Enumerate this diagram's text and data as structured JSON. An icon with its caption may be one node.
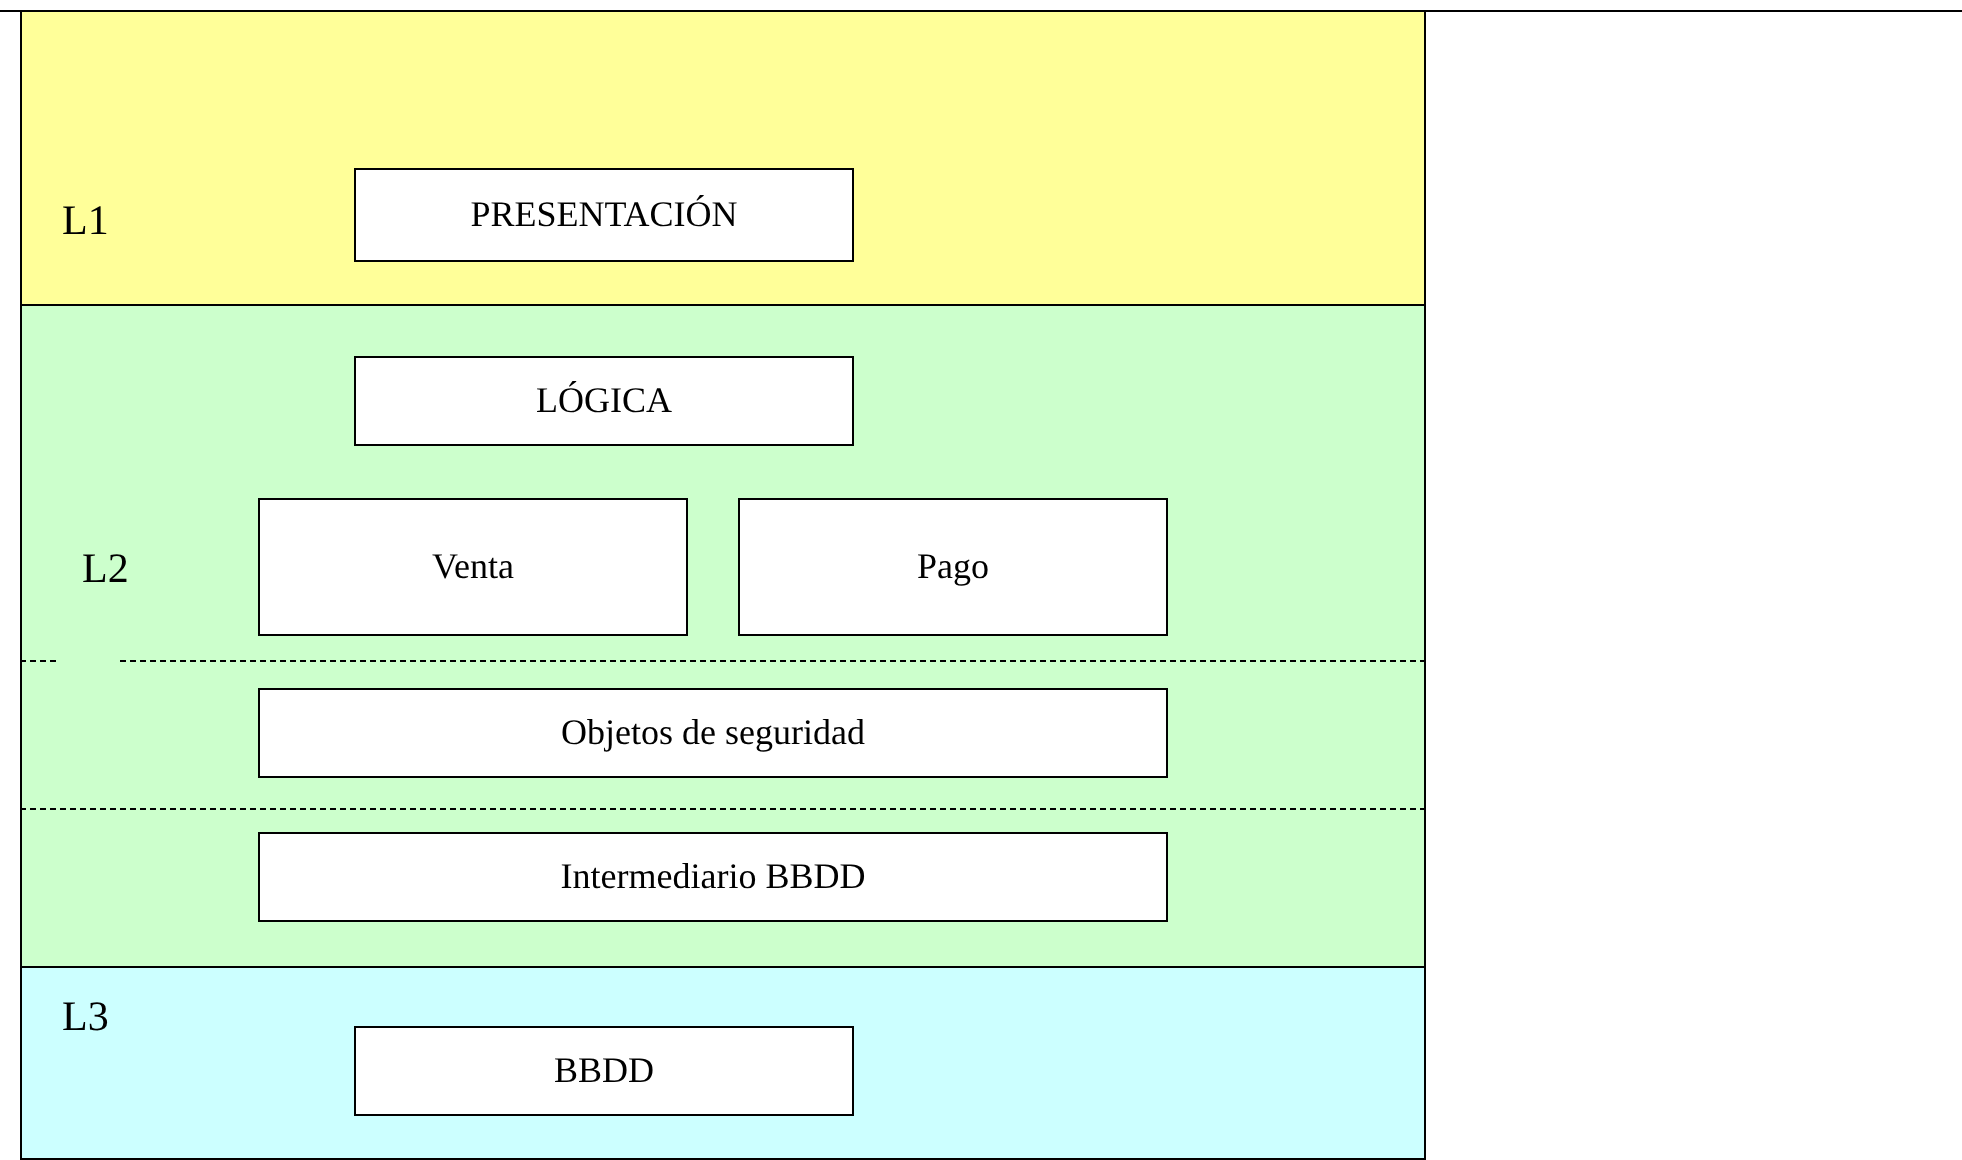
{
  "diagram": {
    "nodes": [
      {
        "text": [
          "L1"
        ]
      },
      {
        "text": [
          "PRESENTACIÓN"
        ],
        "in": 0
      },
      {
        "text": [
          "L2"
        ]
      },
      {
        "text": [
          "LÓGICA"
        ],
        "in": 2
      },
      {
        "text": [
          "Venta"
        ],
        "in": 2
      },
      {
        "text": [
          "Pago"
        ],
        "in": 2
      },
      {
        "text": [
          "Objetos de seguridad"
        ],
        "in": 2
      },
      {
        "text": [
          "Intermediario BBDD"
        ],
        "in": 2
      },
      {
        "text": [
          "L3"
        ]
      },
      {
        "text": [
          "BBDD"
        ],
        "in": 8
      }
    ]
  }
}
